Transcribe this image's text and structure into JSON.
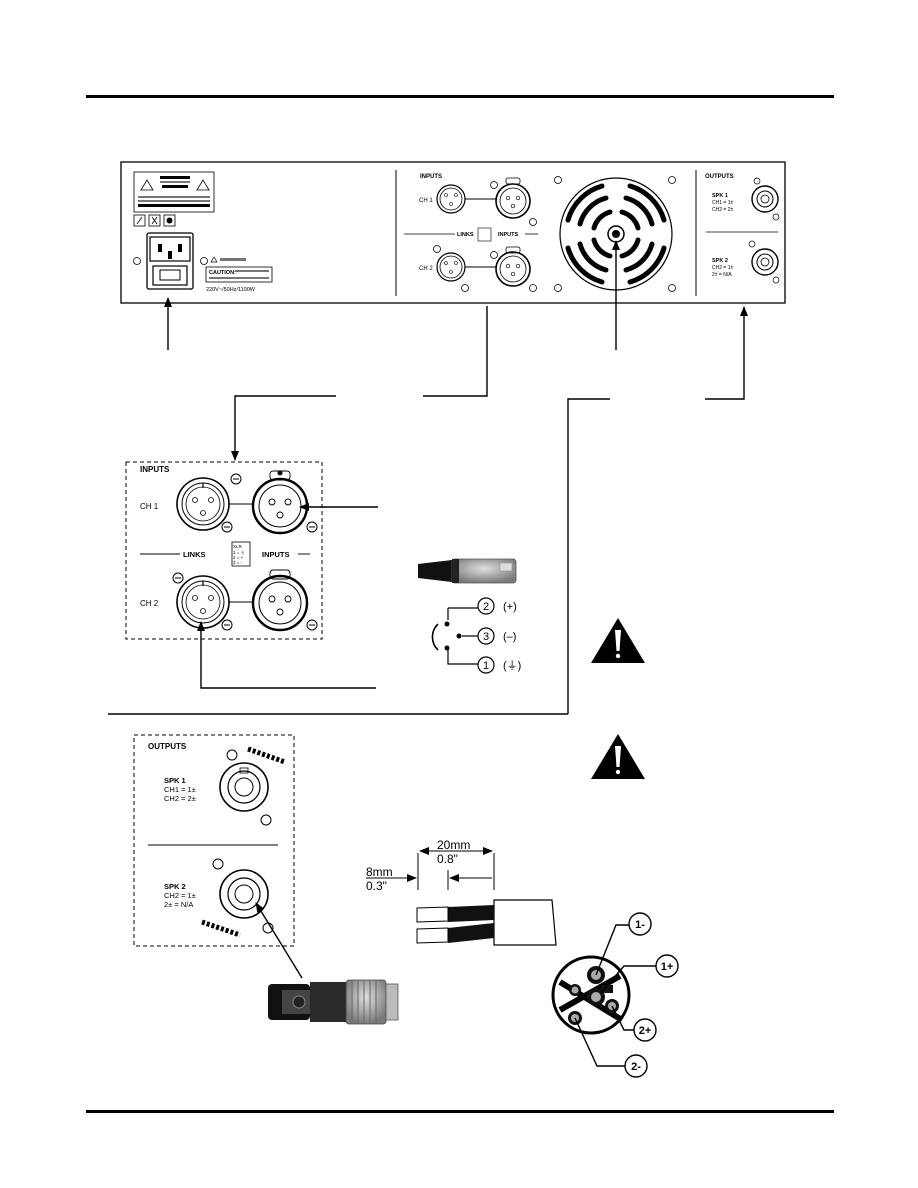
{
  "rear_panel": {
    "inputs_label": "INPUTS",
    "links_label": "LINKS",
    "inputs_label_2": "INPUTS",
    "ch1_label": "CH 1",
    "ch2_label": "CH 2",
    "outputs_label": "OUTPUTS",
    "spk1_label": "SPK 1",
    "spk1_line1": "CH1 = 1±",
    "spk1_line2": "CH2 = 2±",
    "spk2_label": "SPK 2",
    "spk2_line1": "CH2 = 1±",
    "spk2_line2": "2± = N/A",
    "caution_label": "CAUTION:",
    "voltage_label": "220V~/50Hz/1100W"
  },
  "inputs_detail": {
    "inputs_label": "INPUTS",
    "ch1_label": "CH 1",
    "links_label": "LINKS",
    "inputs_label_2": "INPUTS",
    "ch2_label": "CH 2",
    "xlr_legend": [
      "XLR",
      "1 = ⏚",
      "2 = +",
      "3 = -"
    ]
  },
  "xlr_pins": [
    {
      "pin": "2",
      "signal": "(+)"
    },
    {
      "pin": "3",
      "signal": "(–)"
    },
    {
      "pin": "1",
      "signal": "(⏚)"
    }
  ],
  "outputs_detail": {
    "outputs_label": "OUTPUTS",
    "spk1_label": "SPK 1",
    "spk1_line1": "CH1 = 1±",
    "spk1_line2": "CH2 = 2±",
    "spk2_label": "SPK 2",
    "spk2_line1": "CH2 = 1±",
    "spk2_line2": "2± = N/A"
  },
  "wire_strip": {
    "length_mm": "20mm",
    "length_in": "0.8\"",
    "strip_mm": "8mm",
    "strip_in": "0.3\""
  },
  "speakon_pins": [
    "1-",
    "1+",
    "2+",
    "2-"
  ]
}
